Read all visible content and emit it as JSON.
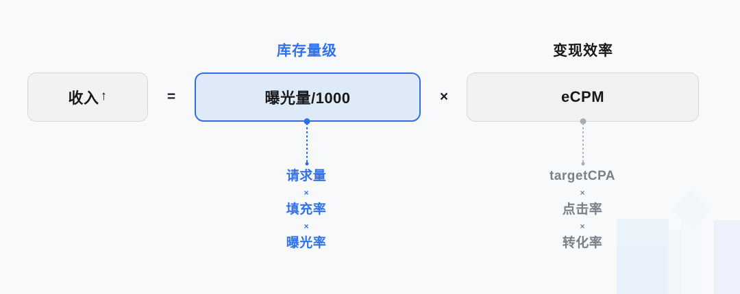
{
  "background_color": "#f7f9fb",
  "colors": {
    "blue_accent": "#3271e8",
    "blue_border": "#2f6fe4",
    "blue_fill": "#dfeaf9",
    "gray_text": "#7b7f87",
    "dark_text": "#17181a",
    "gray_fill": "#f1f1f2",
    "gray_border": "#d6d7d9"
  },
  "headers": {
    "inventory": "库存量级",
    "monetization": "变现效率"
  },
  "formula": {
    "revenue_label": "收入",
    "revenue_arrow": "↑",
    "equals_operator": "=",
    "impressions_label": "曝光量/1000",
    "times_operator": "×",
    "ecpm_label": "eCPM"
  },
  "breakdowns": {
    "inventory": {
      "terms": [
        "请求量",
        "填充率",
        "曝光率"
      ],
      "operators": [
        "×",
        "×"
      ]
    },
    "monetization": {
      "terms": [
        "targetCPA",
        "点击率",
        "转化率"
      ],
      "operators": [
        "×",
        "×"
      ]
    }
  }
}
